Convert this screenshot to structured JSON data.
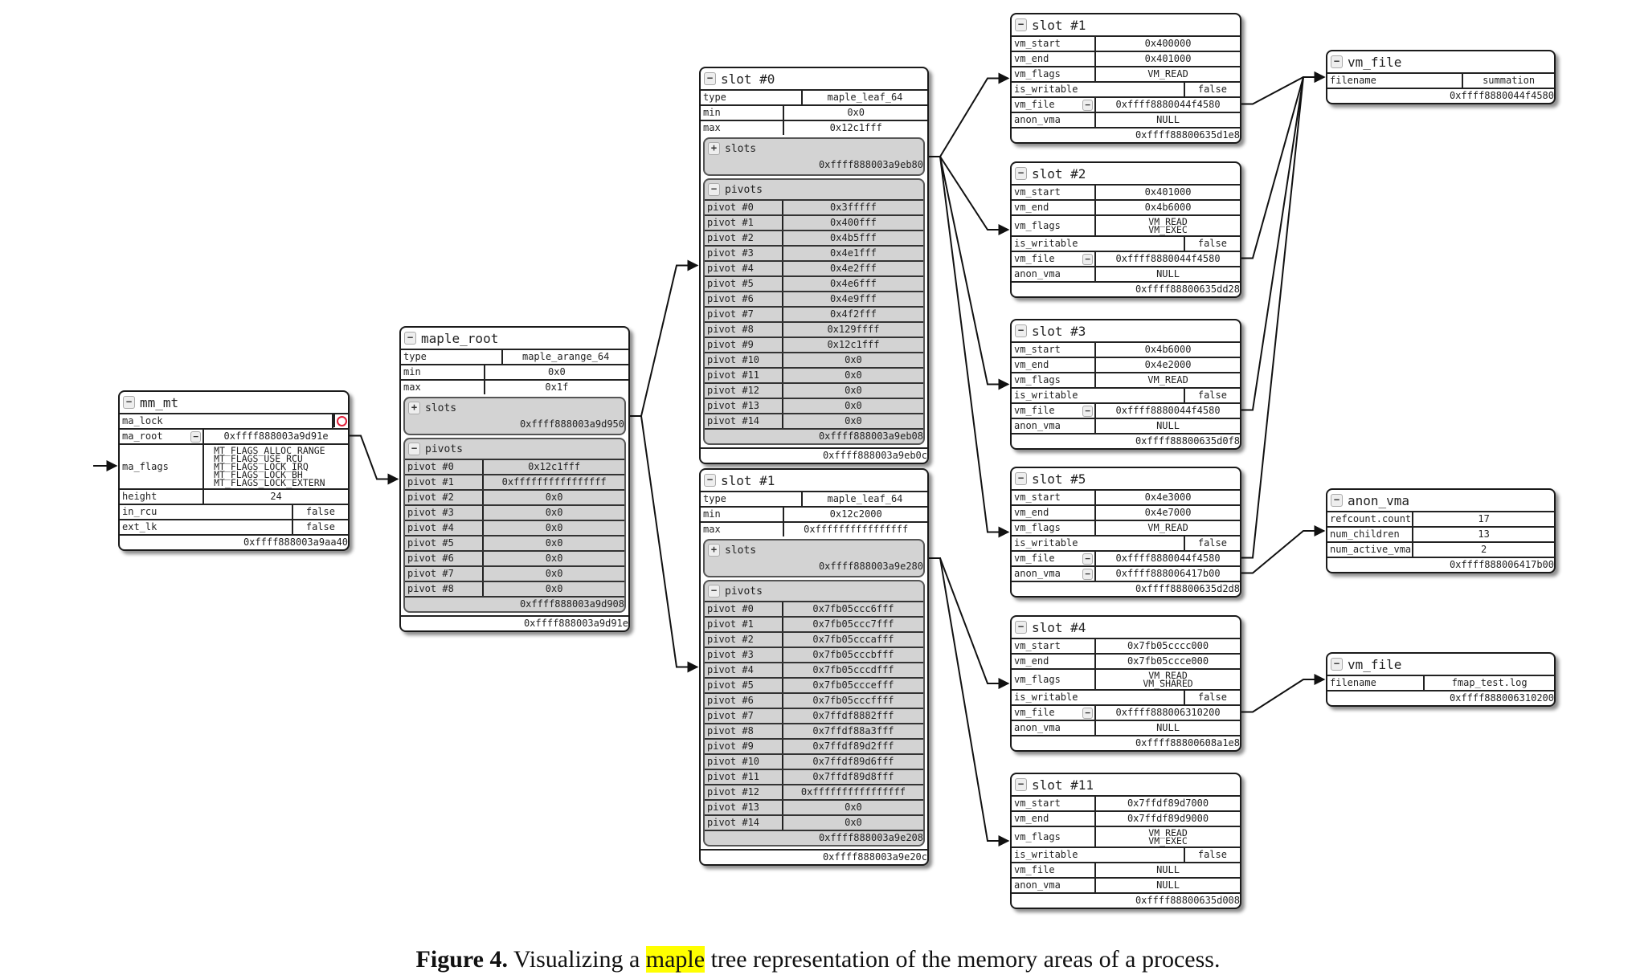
{
  "caption": {
    "label": "Figure 4.",
    "pre": "Visualizing a ",
    "highlight": "maple",
    "post": " tree representation of the memory areas of a process.",
    "highlight_color": "#ffff00"
  },
  "toggle_symbols": {
    "expanded": "−",
    "collapsed": "+"
  },
  "nodes": [
    {
      "id": "mm_mt",
      "title": "mm_mt",
      "rows": [
        {
          "k": "ma_lock",
          "v": "",
          "lock": true
        },
        {
          "k": "ma_root",
          "v": "0xffff888003a9d91e",
          "link": true
        },
        {
          "k": "ma_flags",
          "lines": [
            "MT_FLAGS_ALLOC_RANGE",
            "MT_FLAGS_USE_RCU",
            "MT_FLAGS_LOCK_IRQ",
            "MT_FLAGS_LOCK_BH",
            "MT_FLAGS_LOCK_EXTERN"
          ]
        },
        {
          "k": "height",
          "v": "24"
        },
        {
          "k": "in_rcu",
          "v": "false",
          "flag": true
        },
        {
          "k": "ext_lk",
          "v": "false",
          "flag": true
        }
      ],
      "addr": "0xffff888003a9aa40"
    },
    {
      "id": "maple_root",
      "title": "maple_root",
      "rows": [
        {
          "k": "type",
          "v": "maple_arange_64"
        },
        {
          "k": "min",
          "v": "0x0"
        },
        {
          "k": "max",
          "v": "0x1f"
        },
        {
          "section": "slots",
          "expanded": false,
          "addr": "0xffff888003a9d950"
        },
        {
          "section": "pivots",
          "expanded": true,
          "rows": [
            {
              "k": "pivot #0",
              "v": "0x12c1fff"
            },
            {
              "k": "pivot #1",
              "v": "0xffffffffffffffff"
            },
            {
              "k": "pivot #2",
              "v": "0x0"
            },
            {
              "k": "pivot #3",
              "v": "0x0"
            },
            {
              "k": "pivot #4",
              "v": "0x0"
            },
            {
              "k": "pivot #5",
              "v": "0x0"
            },
            {
              "k": "pivot #6",
              "v": "0x0"
            },
            {
              "k": "pivot #7",
              "v": "0x0"
            },
            {
              "k": "pivot #8",
              "v": "0x0"
            }
          ],
          "addr": "0xffff888003a9d908"
        }
      ],
      "addr": "0xffff888003a9d91e"
    },
    {
      "id": "node0",
      "title": "slot #0",
      "rows": [
        {
          "k": "type",
          "v": "maple_leaf_64"
        },
        {
          "k": "min",
          "v": "0x0"
        },
        {
          "k": "max",
          "v": "0x12c1fff"
        },
        {
          "section": "slots",
          "expanded": false,
          "addr": "0xffff888003a9eb80"
        },
        {
          "section": "pivots",
          "expanded": true,
          "rows": [
            {
              "k": "pivot #0",
              "v": "0x3fffff"
            },
            {
              "k": "pivot #1",
              "v": "0x400fff"
            },
            {
              "k": "pivot #2",
              "v": "0x4b5fff"
            },
            {
              "k": "pivot #3",
              "v": "0x4e1fff"
            },
            {
              "k": "pivot #4",
              "v": "0x4e2fff"
            },
            {
              "k": "pivot #5",
              "v": "0x4e6fff"
            },
            {
              "k": "pivot #6",
              "v": "0x4e9fff"
            },
            {
              "k": "pivot #7",
              "v": "0x4f2fff"
            },
            {
              "k": "pivot #8",
              "v": "0x129ffff"
            },
            {
              "k": "pivot #9",
              "v": "0x12c1fff"
            },
            {
              "k": "pivot #10",
              "v": "0x0"
            },
            {
              "k": "pivot #11",
              "v": "0x0"
            },
            {
              "k": "pivot #12",
              "v": "0x0"
            },
            {
              "k": "pivot #13",
              "v": "0x0"
            },
            {
              "k": "pivot #14",
              "v": "0x0"
            }
          ],
          "addr": "0xffff888003a9eb08"
        }
      ],
      "addr": "0xffff888003a9eb0c"
    },
    {
      "id": "node1",
      "title": "slot #1",
      "rows": [
        {
          "k": "type",
          "v": "maple_leaf_64"
        },
        {
          "k": "min",
          "v": "0x12c2000"
        },
        {
          "k": "max",
          "v": "0xffffffffffffffff"
        },
        {
          "section": "slots",
          "expanded": false,
          "addr": "0xffff888003a9e280"
        },
        {
          "section": "pivots",
          "expanded": true,
          "rows": [
            {
              "k": "pivot #0",
              "v": "0x7fb05ccc6fff"
            },
            {
              "k": "pivot #1",
              "v": "0x7fb05ccc7fff"
            },
            {
              "k": "pivot #2",
              "v": "0x7fb05cccafff"
            },
            {
              "k": "pivot #3",
              "v": "0x7fb05cccbfff"
            },
            {
              "k": "pivot #4",
              "v": "0x7fb05cccdfff"
            },
            {
              "k": "pivot #5",
              "v": "0x7fb05cccefff"
            },
            {
              "k": "pivot #6",
              "v": "0x7fb05cccffff"
            },
            {
              "k": "pivot #7",
              "v": "0x7ffdf8882fff"
            },
            {
              "k": "pivot #8",
              "v": "0x7ffdf88a3fff"
            },
            {
              "k": "pivot #9",
              "v": "0x7ffdf89d2fff"
            },
            {
              "k": "pivot #10",
              "v": "0x7ffdf89d6fff"
            },
            {
              "k": "pivot #11",
              "v": "0x7ffdf89d8fff"
            },
            {
              "k": "pivot #12",
              "v": "0xffffffffffffffff"
            },
            {
              "k": "pivot #13",
              "v": "0x0"
            },
            {
              "k": "pivot #14",
              "v": "0x0"
            }
          ],
          "addr": "0xffff888003a9e208"
        }
      ],
      "addr": "0xffff888003a9e20c"
    },
    {
      "id": "vma1",
      "title": "slot #1",
      "rows": [
        {
          "k": "vm_start",
          "v": "0x400000"
        },
        {
          "k": "vm_end",
          "v": "0x401000"
        },
        {
          "k": "vm_flags",
          "v": "VM_READ"
        },
        {
          "k": "is_writable",
          "v": "false",
          "flag": true
        },
        {
          "k": "vm_file",
          "v": "0xffff8880044f4580",
          "link": true
        },
        {
          "k": "anon_vma",
          "v": "NULL"
        }
      ],
      "addr": "0xffff88800635d1e8"
    },
    {
      "id": "vma2",
      "title": "slot #2",
      "rows": [
        {
          "k": "vm_start",
          "v": "0x401000"
        },
        {
          "k": "vm_end",
          "v": "0x4b6000"
        },
        {
          "k": "vm_flags",
          "lines": [
            "VM_READ",
            "VM_EXEC"
          ]
        },
        {
          "k": "is_writable",
          "v": "false",
          "flag": true
        },
        {
          "k": "vm_file",
          "v": "0xffff8880044f4580",
          "link": true
        },
        {
          "k": "anon_vma",
          "v": "NULL"
        }
      ],
      "addr": "0xffff88800635dd28"
    },
    {
      "id": "vma3",
      "title": "slot #3",
      "rows": [
        {
          "k": "vm_start",
          "v": "0x4b6000"
        },
        {
          "k": "vm_end",
          "v": "0x4e2000"
        },
        {
          "k": "vm_flags",
          "v": "VM_READ"
        },
        {
          "k": "is_writable",
          "v": "false",
          "flag": true
        },
        {
          "k": "vm_file",
          "v": "0xffff8880044f4580",
          "link": true
        },
        {
          "k": "anon_vma",
          "v": "NULL"
        }
      ],
      "addr": "0xffff88800635d0f8"
    },
    {
      "id": "vma5",
      "title": "slot #5",
      "rows": [
        {
          "k": "vm_start",
          "v": "0x4e3000"
        },
        {
          "k": "vm_end",
          "v": "0x4e7000"
        },
        {
          "k": "vm_flags",
          "v": "VM_READ"
        },
        {
          "k": "is_writable",
          "v": "false",
          "flag": true
        },
        {
          "k": "vm_file",
          "v": "0xffff8880044f4580",
          "link": true
        },
        {
          "k": "anon_vma",
          "v": "0xffff888006417b00",
          "link": true
        }
      ],
      "addr": "0xffff88800635d2d8"
    },
    {
      "id": "vma4",
      "title": "slot #4",
      "rows": [
        {
          "k": "vm_start",
          "v": "0x7fb05cccc000"
        },
        {
          "k": "vm_end",
          "v": "0x7fb05ccce000"
        },
        {
          "k": "vm_flags",
          "lines": [
            "VM_READ",
            "VM_SHARED"
          ]
        },
        {
          "k": "is_writable",
          "v": "false",
          "flag": true
        },
        {
          "k": "vm_file",
          "v": "0xffff888006310200",
          "link": true
        },
        {
          "k": "anon_vma",
          "v": "NULL"
        }
      ],
      "addr": "0xffff88800608a1e8"
    },
    {
      "id": "vma11",
      "title": "slot #11",
      "rows": [
        {
          "k": "vm_start",
          "v": "0x7ffdf89d7000"
        },
        {
          "k": "vm_end",
          "v": "0x7ffdf89d9000"
        },
        {
          "k": "vm_flags",
          "lines": [
            "VM_READ",
            "VM_EXEC"
          ]
        },
        {
          "k": "is_writable",
          "v": "false",
          "flag": true
        },
        {
          "k": "vm_file",
          "v": "NULL"
        },
        {
          "k": "anon_vma",
          "v": "NULL"
        }
      ],
      "addr": "0xffff88800635d008"
    },
    {
      "id": "file1",
      "title": "vm_file",
      "rows": [
        {
          "k": "filename",
          "v": "summation"
        }
      ],
      "addr": "0xffff8880044f4580"
    },
    {
      "id": "anon",
      "title": "anon_vma",
      "rows": [
        {
          "k": "refcount.count",
          "v": "17"
        },
        {
          "k": "num_children",
          "v": "13"
        },
        {
          "k": "num_active_vma",
          "v": "2"
        }
      ],
      "addr": "0xffff888006417b00"
    },
    {
      "id": "file2",
      "title": "vm_file",
      "rows": [
        {
          "k": "filename",
          "v": "fmap_test.log"
        }
      ],
      "addr": "0xffff888006310200"
    }
  ]
}
